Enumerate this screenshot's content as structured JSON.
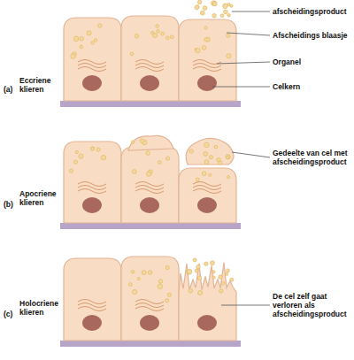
{
  "diagram": {
    "labels": [
      "afscheidingsproduct",
      "Afscheidings blaasje",
      "Organel",
      "Celkern",
      "(a)",
      "Eccriene klieren",
      "(b)",
      "Apocriene klieren",
      "Gedeelte van cel met afscheidingsproduct",
      "(c)",
      "Holocriene klieren",
      "De cel zelf gaat verloren als afscheidingsproduct"
    ]
  }
}
